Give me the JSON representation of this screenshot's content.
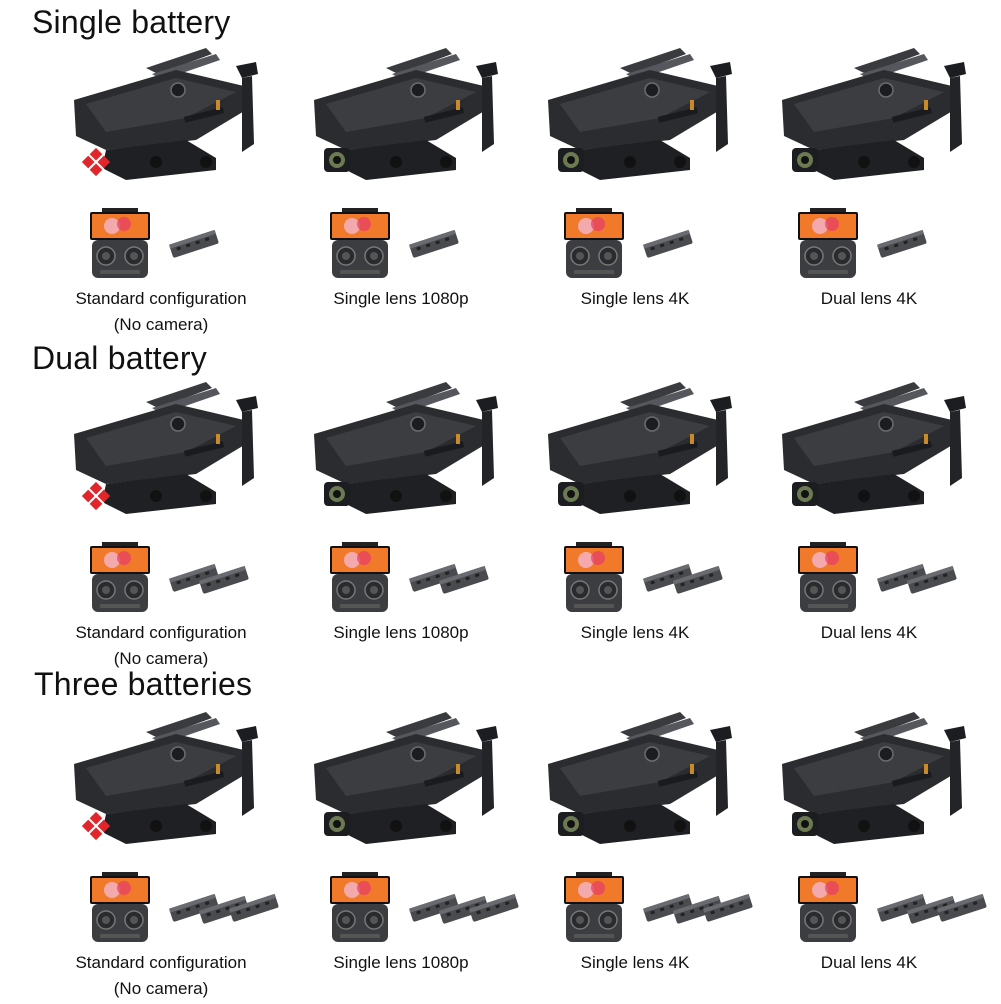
{
  "sections": [
    {
      "title": "Single battery",
      "battery_count": 1,
      "items": [
        {
          "label": "Standard configuration",
          "sublabel": "(No camera)",
          "camera": "none"
        },
        {
          "label": "Single lens 1080p",
          "sublabel": "",
          "camera": "lens"
        },
        {
          "label": "Single lens 4K",
          "sublabel": "",
          "camera": "lens"
        },
        {
          "label": "Dual lens 4K",
          "sublabel": "",
          "camera": "lens"
        }
      ]
    },
    {
      "title": "Dual battery",
      "battery_count": 2,
      "items": [
        {
          "label": "Standard configuration",
          "sublabel": "(No camera)",
          "camera": "none"
        },
        {
          "label": "Single lens 1080p",
          "sublabel": "",
          "camera": "lens"
        },
        {
          "label": "Single lens 4K",
          "sublabel": "",
          "camera": "lens"
        },
        {
          "label": "Dual lens 4K",
          "sublabel": "",
          "camera": "lens"
        }
      ]
    },
    {
      "title": "Three batteries",
      "battery_count": 3,
      "items": [
        {
          "label": "Standard configuration",
          "sublabel": "(No camera)",
          "camera": "none"
        },
        {
          "label": "Single lens 1080p",
          "sublabel": "",
          "camera": "lens"
        },
        {
          "label": "Single lens 4K",
          "sublabel": "",
          "camera": "lens"
        },
        {
          "label": "Dual lens 4K",
          "sublabel": "",
          "camera": "lens"
        }
      ]
    }
  ],
  "colors": {
    "drone_body": "#2b2c2f",
    "drone_highlight": "#4a4c51",
    "no_camera_mark": "#e0262b",
    "lens_ring": "#6b7a52",
    "phone_screen": "#f07a2a",
    "controller": "#3c3d41",
    "battery": "#4a4b4f"
  }
}
